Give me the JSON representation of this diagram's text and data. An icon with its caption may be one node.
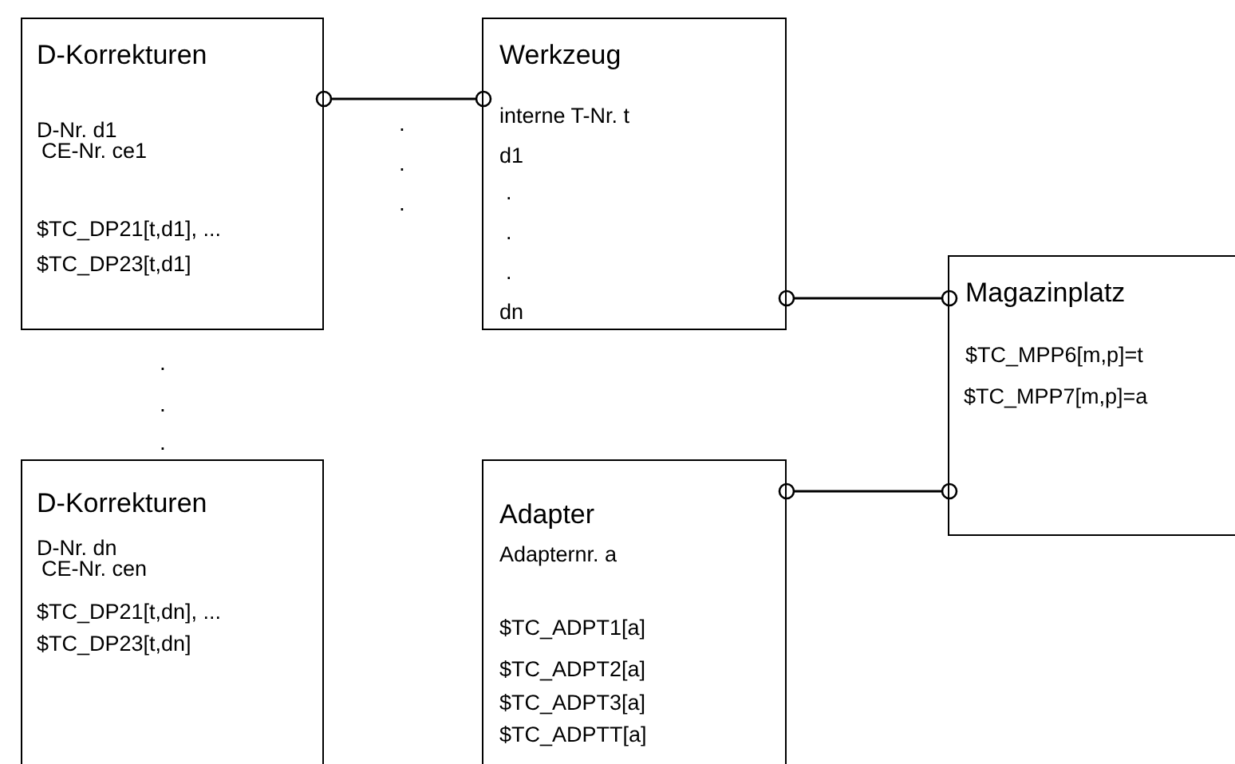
{
  "diagram": {
    "nodes": [
      {
        "text": [
          "D-Korrekturen",
          "D-Nr. d1",
          "CE-Nr. ce1",
          "$TC_DP21[t,d1], ...",
          "$TC_DP23[t,d1]"
        ]
      },
      {
        "text": [
          "Werkzeug",
          "interne T-Nr. t",
          "d1",
          ".",
          ".",
          ".",
          "dn"
        ]
      },
      {
        "text": [
          "Magazinplatz",
          "$TC_MPP6[m,p]=t",
          "$TC_MPP7[m,p]=a"
        ]
      },
      {
        "text": [
          "D-Korrekturen",
          "D-Nr. dn",
          "CE-Nr. cen",
          "$TC_DP21[t,dn], ...",
          "$TC_DP23[t,dn]"
        ]
      },
      {
        "text": [
          "Adapter",
          "Adapternr. a",
          "$TC_ADPT1[a]",
          "$TC_ADPT2[a]",
          "$TC_ADPT3[a]",
          "$TC_ADPTT[a]"
        ]
      }
    ],
    "edges": [
      {
        "from": 0,
        "to": 1,
        "arrow": "other"
      },
      {
        "from": 1,
        "to": 2,
        "arrow": "other"
      },
      {
        "from": 4,
        "to": 2,
        "arrow": "other"
      }
    ],
    "labels": [
      ".",
      ".",
      ".",
      ".",
      ".",
      "."
    ]
  }
}
